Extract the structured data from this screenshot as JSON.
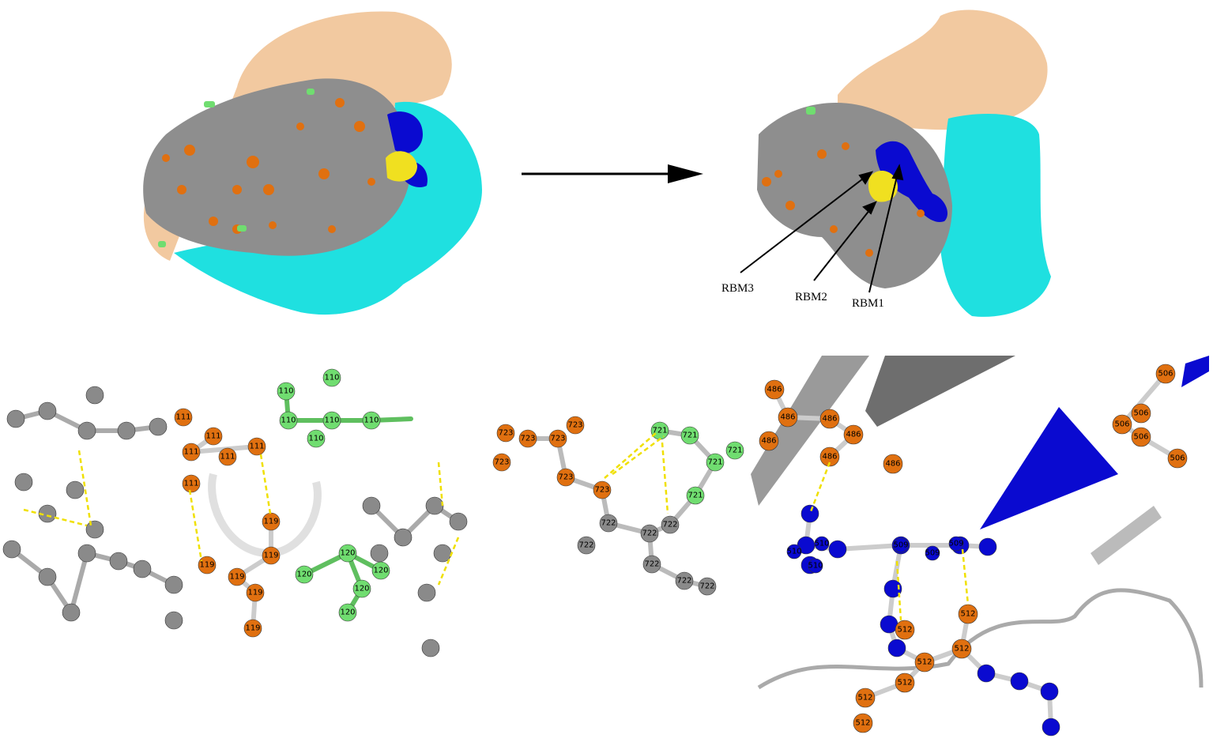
{
  "colors": {
    "wheat": "#f2c9a0",
    "grey": "#8c8c8c",
    "cyan": "#1fe0e0",
    "orange": "#e07010",
    "blue": "#0a0ad0",
    "yellow": "#f0e020",
    "green": "#70dd70",
    "hbond": "#f0e000"
  },
  "top_left": {
    "description_icon": "protein-surface-before"
  },
  "arrow": {
    "icon": "right-arrow-icon"
  },
  "top_right": {
    "labels": {
      "rbm3": "RBM3",
      "rbm2": "RBM2",
      "rbm1": "RBM1"
    }
  },
  "panel1": {
    "orange_labels": [
      "111",
      "111",
      "111",
      "111",
      "111",
      "111",
      "119",
      "119",
      "119",
      "119",
      "119",
      "119"
    ],
    "green_labels": [
      "110",
      "110",
      "110",
      "110",
      "110",
      "110",
      "120",
      "120",
      "120",
      "120",
      "120"
    ]
  },
  "panel2": {
    "orange_labels": [
      "723",
      "723",
      "723",
      "723",
      "723",
      "723",
      "723"
    ],
    "green_labels": [
      "721",
      "721",
      "721",
      "721",
      "721"
    ],
    "grey_labels": [
      "722",
      "722",
      "722",
      "722",
      "722",
      "722",
      "722"
    ]
  },
  "panel3": {
    "orange_labels": [
      "486",
      "486",
      "486",
      "486",
      "486",
      "486",
      "486",
      "506",
      "506",
      "506",
      "506",
      "506",
      "512",
      "512",
      "512",
      "512",
      "512",
      "512",
      "512"
    ],
    "blue_labels": [
      "509",
      "509",
      "509",
      "510",
      "510",
      "510"
    ]
  }
}
